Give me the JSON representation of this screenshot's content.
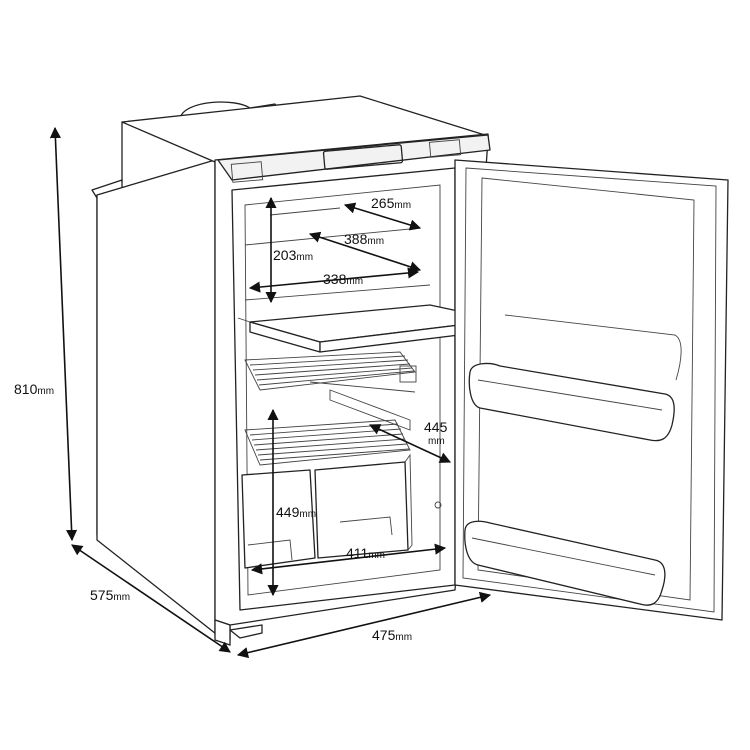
{
  "dimensions": {
    "height_total": {
      "value": "810",
      "unit": "mm"
    },
    "depth_total": {
      "value": "575",
      "unit": "mm"
    },
    "width_total": {
      "value": "475",
      "unit": "mm"
    },
    "top_depth": {
      "value": "265",
      "unit": "mm"
    },
    "shelf_width_upper": {
      "value": "388",
      "unit": "mm"
    },
    "top_compartment_height": {
      "value": "203",
      "unit": "mm"
    },
    "shelf_width_lower": {
      "value": "338",
      "unit": "mm"
    },
    "interior_depth": {
      "value": "445",
      "unit": "mm"
    },
    "lower_compartment_height": {
      "value": "449",
      "unit": "mm"
    },
    "floor_width": {
      "value": "411",
      "unit": "mm"
    }
  },
  "colors": {
    "stroke": "#222222",
    "text": "#111111",
    "background": "#ffffff"
  }
}
